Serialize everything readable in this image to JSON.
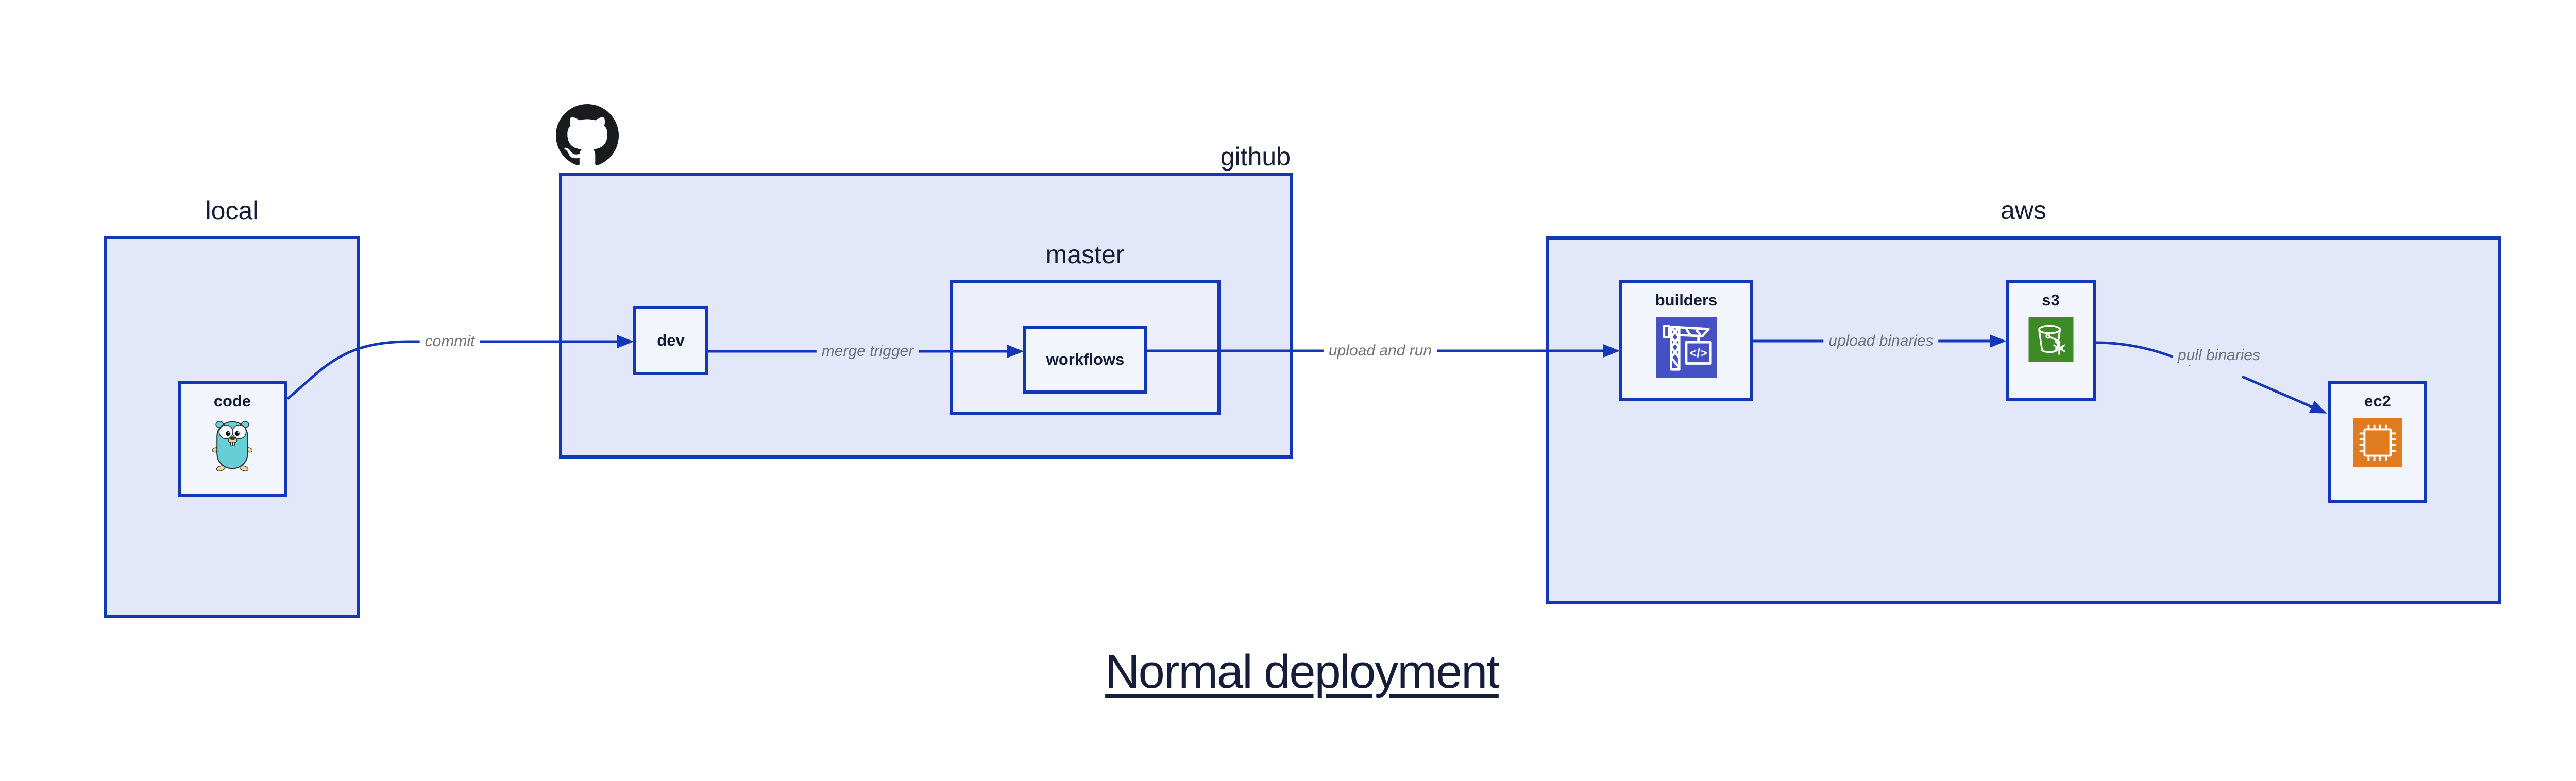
{
  "title": "Normal deployment",
  "colors": {
    "accent_blue": "#1238b6",
    "container_fill": "#e2e8f9",
    "inner_container_fill": "#edf0fa",
    "node_fill": "#f3f5fc",
    "label_navy": "#151d38",
    "edge_label_gray": "#6e737b",
    "builders_icon_bg": "#4450c4",
    "s3_icon_bg": "#3e8a26",
    "ec2_icon_bg": "#df7b20",
    "octocat_black": "#191b1f",
    "gopher_teal": "#66cfd6"
  },
  "logo": {
    "icon": "github-octocat-icon"
  },
  "containers": {
    "local": {
      "label": "local"
    },
    "github": {
      "label": "github"
    },
    "master": {
      "label": "master"
    },
    "aws": {
      "label": "aws"
    }
  },
  "nodes": {
    "code": {
      "label": "code",
      "icon": "go-gopher-icon"
    },
    "dev": {
      "label": "dev"
    },
    "workflows": {
      "label": "workflows"
    },
    "builders": {
      "label": "builders",
      "icon": "codebuild-crane-icon"
    },
    "s3": {
      "label": "s3",
      "icon": "s3-bucket-icon"
    },
    "ec2": {
      "label": "ec2",
      "icon": "ec2-chip-icon"
    }
  },
  "edges": {
    "commit": {
      "label": "commit"
    },
    "merge_trigger": {
      "label": "merge trigger"
    },
    "upload_and_run": {
      "label": "upload and run"
    },
    "upload_binaries": {
      "label": "upload binaries"
    },
    "pull_binaries": {
      "label": "pull binaries"
    }
  }
}
